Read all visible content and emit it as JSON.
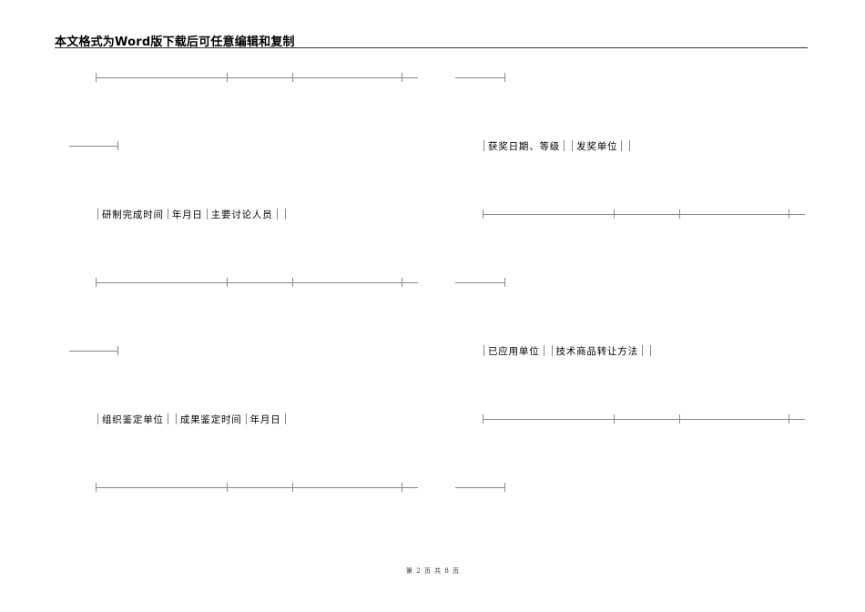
{
  "header": {
    "title": "本文格式为Word版下载后可任意编辑和复制"
  },
  "left_column": {
    "row1": {
      "cells": [
        "研制完成时间",
        "年月日",
        "主要讨论人员",
        ""
      ]
    },
    "row2": {
      "cells": [
        "组织鉴定单位",
        "",
        "成果鉴定时间",
        "年月日"
      ]
    }
  },
  "right_column": {
    "row1": {
      "cells": [
        "获奖日期、等级",
        "",
        "发奖单位",
        "",
        ""
      ]
    },
    "row2": {
      "cells": [
        "已应用单位",
        "",
        "技术商品转让方法",
        "",
        ""
      ]
    }
  },
  "footer": {
    "page_label": "第 2 页 共 8 页"
  }
}
